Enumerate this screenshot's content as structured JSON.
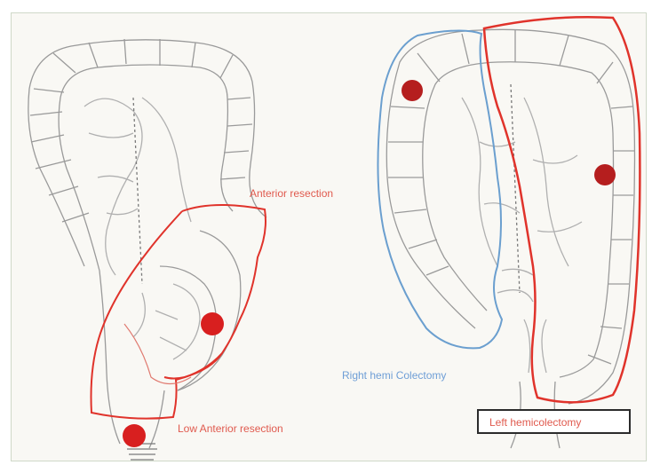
{
  "labels": {
    "anterior_resection": "Anterior resection",
    "low_anterior_resection": "Low Anterior resection",
    "right_hemi_colectomy": "Right hemi Colectomy",
    "left_hemicolectomy": "Left hemicolectomy"
  },
  "colors": {
    "resection_outline": "#e0332b",
    "right_hemi_outline": "#6b9fcf",
    "tumor": "#d81f1f",
    "colon_line": "#9a9a9a"
  }
}
